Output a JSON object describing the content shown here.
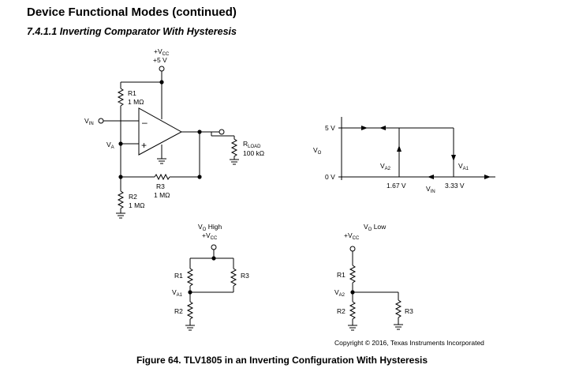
{
  "header": {
    "title": "Device Functional Modes (continued)",
    "subtitle": "7.4.1.1   Inverting Comparator With Hysteresis"
  },
  "schematic": {
    "vcc": {
      "name": "+V",
      "sub": "CC",
      "value": "+5 V"
    },
    "r1": {
      "name": "R1",
      "value": "1 MΩ"
    },
    "r2": {
      "name": "R2",
      "value": "1 MΩ"
    },
    "r3": {
      "name": "R3",
      "value": "1 MΩ"
    },
    "rload": {
      "name": "R",
      "sub": "LOAD",
      "value": "100 kΩ"
    },
    "vin": {
      "name": "V",
      "sub": "IN"
    },
    "va": {
      "name": "V",
      "sub": "A"
    },
    "minus_sign": "–",
    "plus_sign": "+"
  },
  "transfer": {
    "y_axis": {
      "name": "V",
      "sub": "O"
    },
    "y_ticks": [
      "5 V",
      "0 V"
    ],
    "x_ticks": [
      "1.67 V",
      "3.33 V"
    ],
    "x_axis": {
      "name": "V",
      "sub": "IN"
    },
    "va1": {
      "name": "V",
      "sub": "A1"
    },
    "va2": {
      "name": "V",
      "sub": "A2"
    }
  },
  "vo_high": {
    "title": {
      "name": "V",
      "sub": "O",
      "rest": " High"
    },
    "vcc": {
      "name": "+V",
      "sub": "CC"
    },
    "r1": "R1",
    "r2": "R2",
    "r3": "R3",
    "node": {
      "name": "V",
      "sub": "A1"
    }
  },
  "vo_low": {
    "title": {
      "name": "V",
      "sub": "O",
      "rest": " Low"
    },
    "vcc": {
      "name": "+V",
      "sub": "CC"
    },
    "r1": "R1",
    "r2": "R2",
    "r3": "R3",
    "node": {
      "name": "V",
      "sub": "A2"
    }
  },
  "copyright": "Copyright © 2016, Texas Instruments Incorporated",
  "caption": "Figure 64.  TLV1805 in an Inverting Configuration With Hysteresis"
}
